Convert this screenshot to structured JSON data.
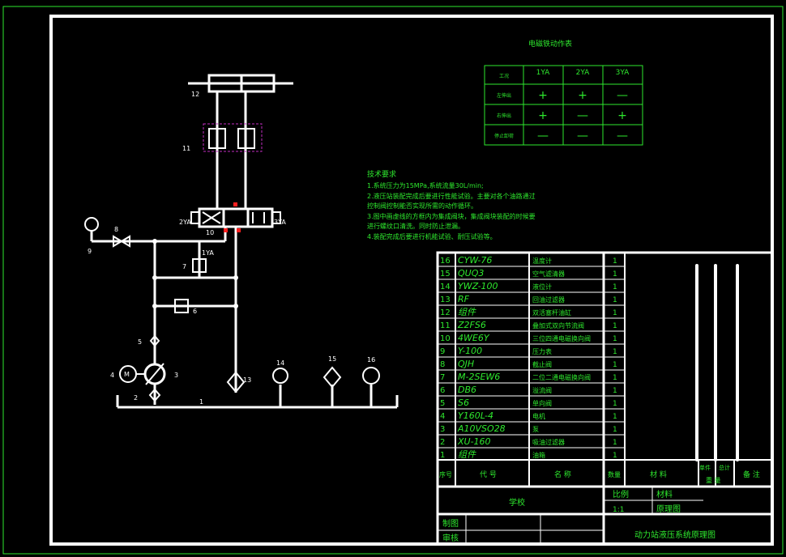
{
  "circuit": {
    "labels": {
      "c12": "12",
      "c11": "11",
      "c10": "10",
      "c9": "9",
      "c8": "8",
      "c7": "7",
      "c6": "6",
      "c5": "5",
      "c4": "4",
      "c3": "3",
      "c2": "2",
      "c1": "1",
      "c13": "13",
      "c14": "14",
      "c15": "15",
      "c16": "16",
      "sol_2ya": "2YA",
      "sol_3ya": "3YA",
      "sol_1ya": "1YA",
      "motor": "M"
    }
  },
  "solenoid_table": {
    "title": "电磁铁动作表",
    "header": [
      "工况",
      "1YA",
      "2YA",
      "3YA"
    ],
    "rows": [
      {
        "label": "左伸出",
        "cells": [
          "+",
          "+",
          "—"
        ]
      },
      {
        "label": "右伸出",
        "cells": [
          "+",
          "—",
          "+"
        ]
      },
      {
        "label": "停止卸荷",
        "cells": [
          "—",
          "—",
          "—"
        ]
      }
    ]
  },
  "tech_notes": {
    "title": "技术要求",
    "lines": [
      "1.系统压力为15MPa,系统流量30L/min;",
      "2.液压站装配完成后要进行性能试验。主要对各个油路通过",
      "控制阀控制能否实现所需的动作循环。",
      "3.图中画虚线的方框内为集成阀块，集成阀块装配的时候要",
      "进行螺纹口清洗。同时防止泄漏。",
      "4.装配完成后要进行机能试验、耐压试验等。"
    ]
  },
  "bom": {
    "rows": [
      {
        "no": "16",
        "code": "CYW-76",
        "name": "温度计",
        "qty": "1"
      },
      {
        "no": "15",
        "code": "QUQ3",
        "name": "空气滤清器",
        "qty": "1"
      },
      {
        "no": "14",
        "code": "YWZ-100",
        "name": "液位计",
        "qty": "1"
      },
      {
        "no": "13",
        "code": "RF",
        "name": "回油过滤器",
        "qty": "1"
      },
      {
        "no": "12",
        "code": "组件",
        "name": "双活塞杆油缸",
        "qty": "1"
      },
      {
        "no": "11",
        "code": "Z2FS6",
        "name": "叠加式双向节流阀",
        "qty": "1"
      },
      {
        "no": "10",
        "code": "4WE6Y",
        "name": "三位四通电磁换向阀",
        "qty": "1"
      },
      {
        "no": "9",
        "code": "Y-100",
        "name": "压力表",
        "qty": "1"
      },
      {
        "no": "8",
        "code": "QJH",
        "name": "截止阀",
        "qty": "1"
      },
      {
        "no": "7",
        "code": "M-2SEW6",
        "name": "二位二通电磁换向阀",
        "qty": "1"
      },
      {
        "no": "6",
        "code": "DB6",
        "name": "溢流阀",
        "qty": "1"
      },
      {
        "no": "5",
        "code": "S6",
        "name": "单向阀",
        "qty": "1"
      },
      {
        "no": "4",
        "code": "Y160L-4",
        "name": "电机",
        "qty": "1"
      },
      {
        "no": "3",
        "code": "A10VSO28",
        "name": "泵",
        "qty": "1"
      },
      {
        "no": "2",
        "code": "XU-160",
        "name": "吸油过滤器",
        "qty": "1"
      },
      {
        "no": "1",
        "code": "组件",
        "name": "油箱",
        "qty": "1"
      }
    ],
    "header": {
      "no": "序号",
      "code": "代 号",
      "name": "名 称",
      "qty": "数量",
      "material": "材 料",
      "unit": "单件",
      "total": "总计",
      "weight": "重 量",
      "remark": "备 注"
    }
  },
  "title_block": {
    "school": "学校",
    "scale_label": "比例",
    "scale_value": "1:1",
    "material_label": "材料",
    "drawing_type": "原理图",
    "drawn_by": "制图",
    "checked_by": "审核",
    "drawing_title": "动力站液压系统原理图"
  },
  "colors": {
    "background": "#000000",
    "line": "#ffffff",
    "text_green": "#2ee82e",
    "dashed_box": "#c02cc0",
    "marker_red": "#ff2020"
  }
}
